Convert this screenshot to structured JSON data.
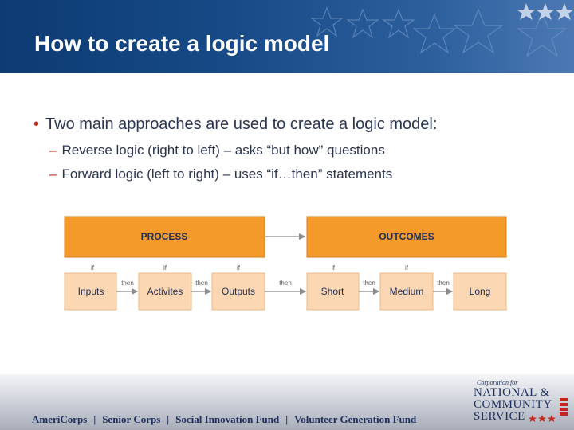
{
  "header": {
    "title": "How to create a logic model"
  },
  "content": {
    "bullet": "Two main approaches are used to create a logic model:",
    "subbullets": [
      "Reverse logic (right to left) – asks “but how” questions",
      "Forward logic (left to right) – uses “if…then” statements"
    ]
  },
  "diagram": {
    "groups": [
      "PROCESS",
      "OUTCOMES"
    ],
    "boxes": [
      "Inputs",
      "Activites",
      "Outputs",
      "Short",
      "Medium",
      "Long"
    ],
    "if_label": "if",
    "then_label": "then"
  },
  "footer": {
    "links": [
      "AmeriCorps",
      "Senior Corps",
      "Social Innovation Fund",
      "Volunteer Generation Fund"
    ],
    "separator": "|",
    "logo": {
      "line1": "Corporation for",
      "line2": "NATIONAL &",
      "line3": "COMMUNITY",
      "line4": "SERVICE"
    }
  },
  "colors": {
    "header": "#174a86",
    "orange": "#f39a2b",
    "orange_dark": "#d97f13",
    "box": "#fbd7b3",
    "text": "#2a3550",
    "accent_red": "#c4261d"
  }
}
